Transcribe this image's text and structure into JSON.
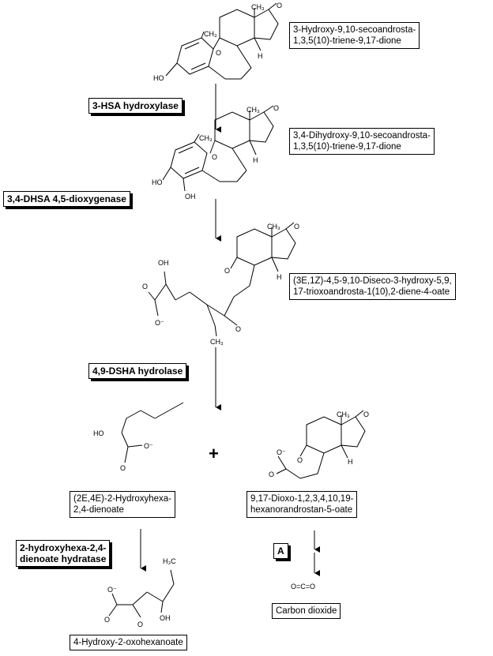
{
  "compounds": {
    "c1": "3-Hydroxy-9,10-secoandrosta-\n1,3,5(10)-triene-9,17-dione",
    "c2": "3,4-Dihydroxy-9,10-secoandrosta-\n1,3,5(10)-triene-9,17-dione",
    "c3": "(3E,1Z)-4,5-9,10-Diseco-3-hydroxy-5,9,\n17-trioxoandrosta-1(10),2-diene-4-oate",
    "c4": "(2E,4E)-2-Hydroxyhexa-\n2,4-dienoate",
    "c5": "9,17-Dioxo-1,2,3,4,10,19-\nhexanorandrostan-5-oate",
    "c6": "Carbon dioxide",
    "c7": "4-Hydroxy-2-oxohexanoate"
  },
  "enzymes": {
    "e1": "3-HSA hydroxylase",
    "e2": "3,4-DHSA 4,5-dioxygenase",
    "e3": "4,9-DSHA hydrolase",
    "e4": "2-hydroxyhexa-2,4-\ndienoate hydratase",
    "e5": "A"
  },
  "plus": "+",
  "atoms": {
    "oh": "HO",
    "oh2": "OH",
    "o": "O",
    "h": "H",
    "me": "CH₃",
    "ominus": "O⁻",
    "h3c": "H₃C",
    "co2": "O=C=O"
  }
}
